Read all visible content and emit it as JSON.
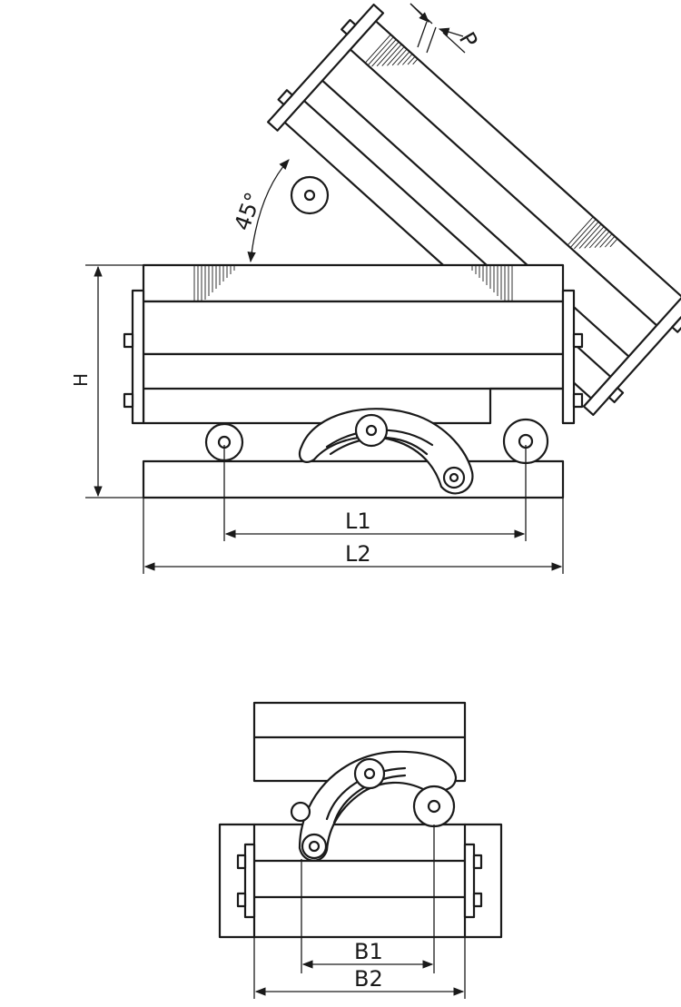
{
  "labels": {
    "angle": "45°",
    "pitch": "P",
    "height": "H",
    "length_1": "L1",
    "length_2": "L2",
    "width_1": "B1",
    "width_2": "B2"
  }
}
